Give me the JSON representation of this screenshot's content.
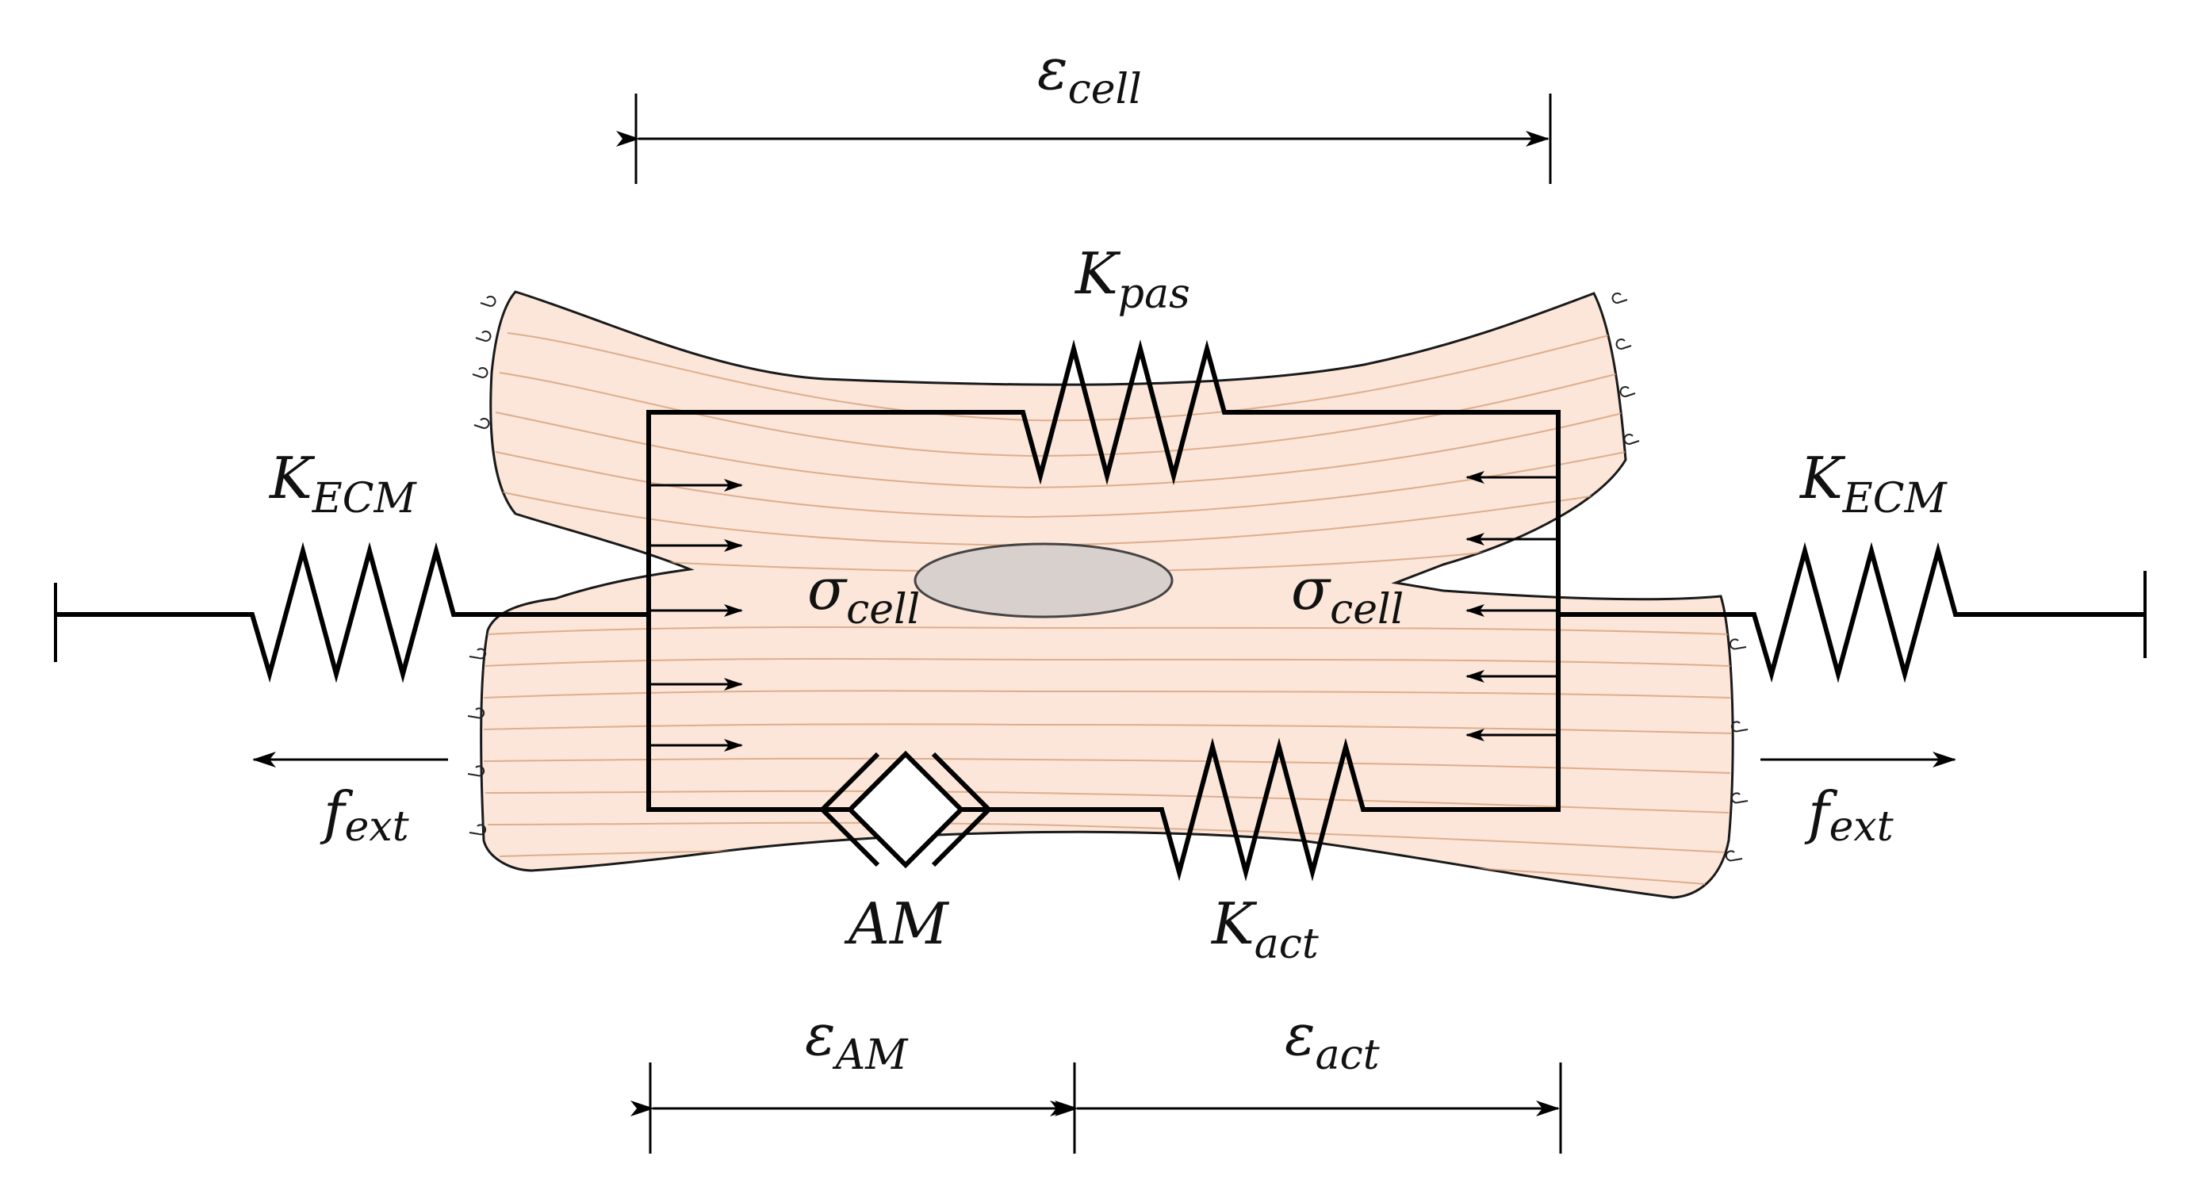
{
  "labels": {
    "eps_cell": {
      "symbol": "ε",
      "sub": "cell"
    },
    "k_pas": {
      "symbol": "K",
      "sub": "pas"
    },
    "k_ecm_left": {
      "symbol": "K",
      "sub": "ECM"
    },
    "k_ecm_right": {
      "symbol": "K",
      "sub": "ECM"
    },
    "sigma_left": {
      "symbol": "σ",
      "sub": "cell"
    },
    "sigma_right": {
      "symbol": "σ",
      "sub": "cell"
    },
    "f_ext_left": {
      "symbol": "f",
      "sub": "ext"
    },
    "f_ext_right": {
      "symbol": "f",
      "sub": "ext"
    },
    "am": {
      "text": "AM"
    },
    "k_act": {
      "symbol": "K",
      "sub": "act"
    },
    "eps_am": {
      "symbol": "ε",
      "sub": "AM"
    },
    "eps_act": {
      "symbol": "ε",
      "sub": "act"
    }
  },
  "colors": {
    "cell_fill": "#fbe6d9",
    "cell_stroke": "#1a1a1a",
    "fiber": "#d8a07a",
    "nucleus_fill": "#d8d0cc",
    "line": "#000000"
  }
}
